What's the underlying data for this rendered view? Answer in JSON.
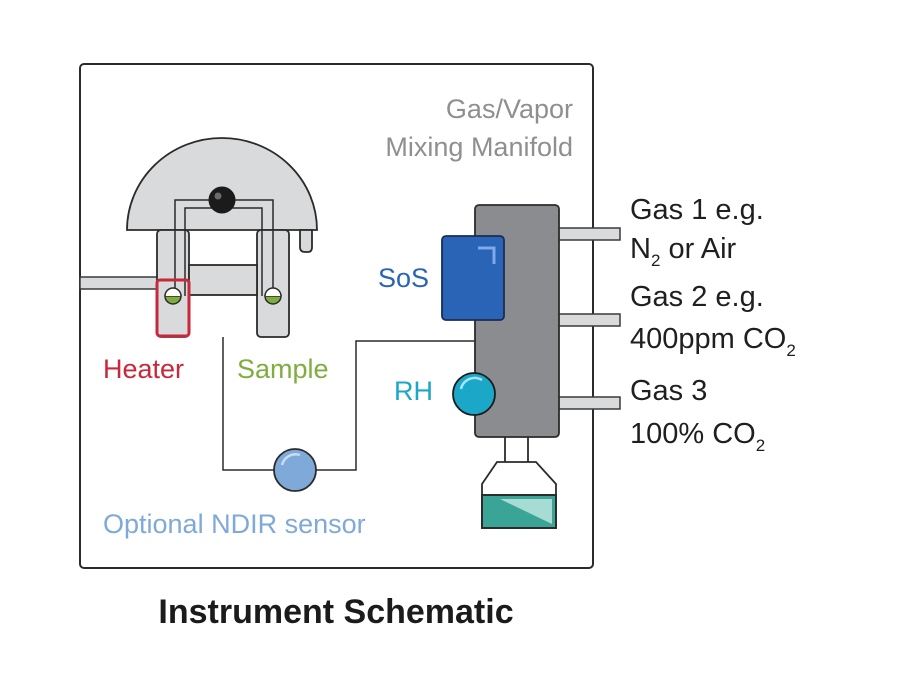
{
  "manifold": {
    "line1": "Gas/Vapor",
    "line2": "Mixing Manifold"
  },
  "labels": {
    "heater": "Heater",
    "sample": "Sample",
    "sos": "SoS",
    "rh": "RH",
    "ndir": "Optional NDIR sensor"
  },
  "gases": [
    {
      "line1": "Gas 1 e.g.",
      "line2_pre": "N",
      "line2_sub": "2",
      "line2_post": " or Air"
    },
    {
      "line1": "Gas 2 e.g.",
      "line2_pre": "400ppm CO",
      "line2_sub": "2",
      "line2_post": ""
    },
    {
      "line1": "Gas 3",
      "line2_pre": "100% CO",
      "line2_sub": "2",
      "line2_post": ""
    }
  ],
  "caption": "Instrument Schematic",
  "colors": {
    "heater": "#c8283a",
    "sample": "#7fae3e",
    "sos": "#2a64b6",
    "rh": "#1aa7c8",
    "ndir": "#7fa9d8",
    "text_gray": "#8f8f8f",
    "manifold_body": "#8a8c8f",
    "liquid": "#3aa597"
  }
}
